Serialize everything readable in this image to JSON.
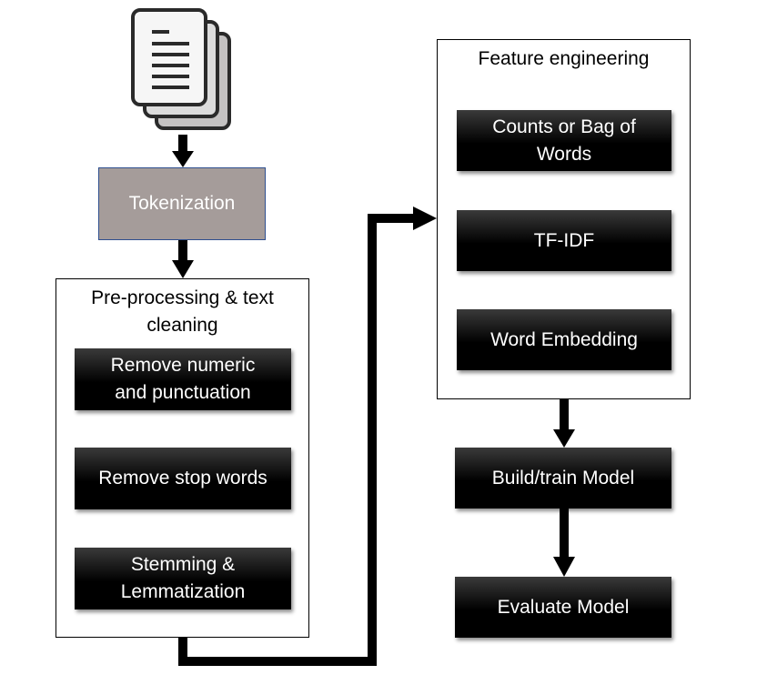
{
  "diagram": {
    "tokenization": "Tokenization",
    "preprocessing": {
      "title": "Pre-processing & text\ncleaning",
      "steps": [
        "Remove numeric\nand punctuation",
        "Remove stop words",
        "Stemming &\nLemmatization"
      ]
    },
    "feature_engineering": {
      "title": "Feature engineering",
      "steps": [
        "Counts or Bag of\nWords",
        "TF-IDF",
        "Word Embedding"
      ]
    },
    "build_model": "Build/train Model",
    "evaluate_model": "Evaluate Model",
    "colors": {
      "step_fill": "#000000",
      "tokenization_fill": "#a59c9a",
      "tokenization_border": "#2f4f8f",
      "arrow": "#000000"
    }
  }
}
